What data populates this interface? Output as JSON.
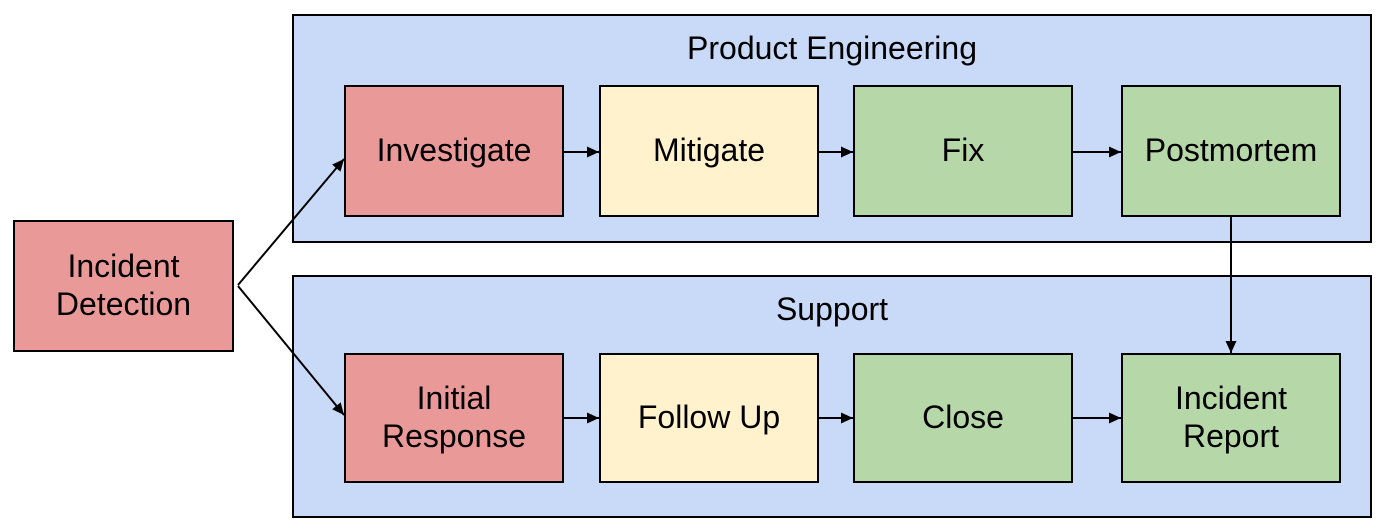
{
  "diagram": {
    "type": "flowchart",
    "detection": {
      "label": "Incident\nDetection",
      "fill": "#ea9999"
    },
    "lanes": [
      {
        "title": "Product Engineering",
        "steps": [
          {
            "label": "Investigate",
            "fill": "#ea9999"
          },
          {
            "label": "Mitigate",
            "fill": "#fff2cc"
          },
          {
            "label": "Fix",
            "fill": "#b6d7a8"
          },
          {
            "label": "Postmortem",
            "fill": "#b6d7a8"
          }
        ]
      },
      {
        "title": "Support",
        "steps": [
          {
            "label": "Initial\nResponse",
            "fill": "#ea9999"
          },
          {
            "label": "Follow Up",
            "fill": "#fff2cc"
          },
          {
            "label": "Close",
            "fill": "#b6d7a8"
          },
          {
            "label": "Incident\nReport",
            "fill": "#b6d7a8"
          }
        ]
      }
    ],
    "edges": [
      "Incident Detection -> Investigate",
      "Incident Detection -> Initial Response",
      "Investigate -> Mitigate",
      "Mitigate -> Fix",
      "Fix -> Postmortem",
      "Postmortem -> Incident Report",
      "Initial Response -> Follow Up",
      "Follow Up -> Close",
      "Close -> Incident Report"
    ],
    "colors": {
      "lane_fill": "#c9daf8",
      "start_fill": "#ea9999",
      "inprogress_fill": "#fff2cc",
      "done_fill": "#b6d7a8",
      "border": "#000000",
      "arrow": "#000000",
      "text": "#000000",
      "background": "#ffffff"
    }
  }
}
